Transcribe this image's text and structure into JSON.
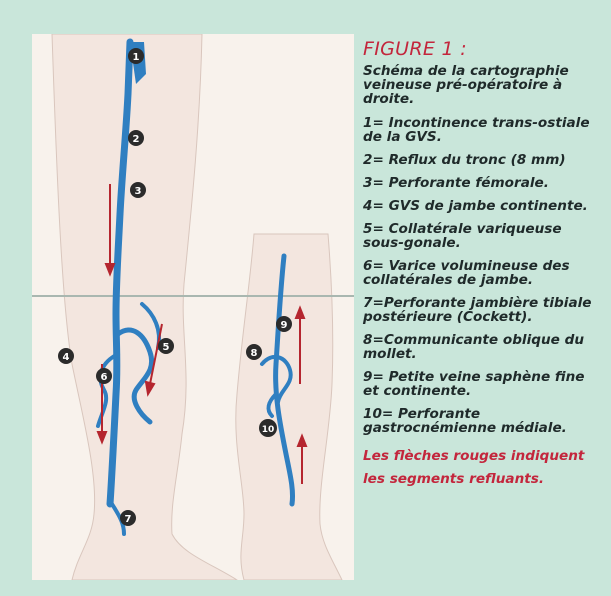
{
  "figure": {
    "title": "FIGURE 1 :",
    "description": "Schéma de la cartographie veineuse pré-opératoire à droite.",
    "legend": [
      "1= Incontinence trans-ostiale de la GVS.",
      "2= Reflux du tronc (8 mm)",
      "3= Perforante fémorale.",
      "4= GVS de jambe continente.",
      "5= Collatérale variqueuse sous-gonale.",
      "6= Varice volumineuse des collatérales de jambe.",
      "7=Perforante jambière tibiale postérieure (Cockett).",
      "8=Communicante oblique du mollet.",
      "9= Petite veine saphène fine et continente.",
      "10= Perforante gastrocnémienne médiale."
    ],
    "note_line1": "Les flèches rouges indiquent",
    "note_line2": "les segments refluants."
  },
  "markers": {
    "m1": "1",
    "m2": "2",
    "m3": "3",
    "m4": "4",
    "m5": "5",
    "m6": "6",
    "m7": "7",
    "m8": "8",
    "m9": "9",
    "m10": "10"
  },
  "colors": {
    "frame": "#c9e6da",
    "vein": "#2f7fc1",
    "reflux_arrow": "#b5262f",
    "skin": "#f7f1ea",
    "title_red": "#c3263c"
  }
}
